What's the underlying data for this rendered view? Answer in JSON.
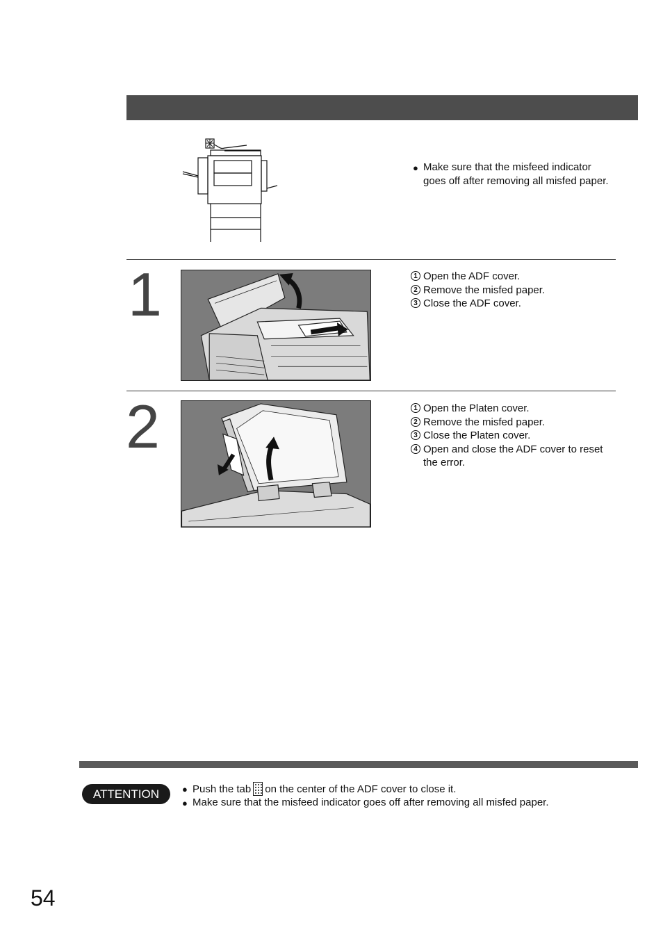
{
  "intro": {
    "note": "Make sure that the misfeed indicator goes off after removing all misfed paper."
  },
  "steps": [
    {
      "number": "1",
      "items": [
        {
          "marker": "1",
          "text": "Open the ADF cover."
        },
        {
          "marker": "2",
          "text": "Remove the misfed paper."
        },
        {
          "marker": "3",
          "text": "Close the ADF cover."
        }
      ]
    },
    {
      "number": "2",
      "items": [
        {
          "marker": "1",
          "text": "Open the Platen cover."
        },
        {
          "marker": "2",
          "text": "Remove the misfed paper."
        },
        {
          "marker": "3",
          "text": "Close the Platen cover."
        },
        {
          "marker": "4",
          "text": "Open and close the ADF cover to reset the error."
        }
      ]
    }
  ],
  "attention": {
    "label": "ATTENTION",
    "item1_before": "Push the tab",
    "item1_after": "on the center of the ADF cover to close it.",
    "item2": "Make sure that the misfeed indicator goes off after removing all misfed paper."
  },
  "page_number": "54",
  "icons": {
    "bullet": "filled-circle-bullet",
    "tab": "dotted-tab-icon",
    "indicator": "misfeed-indicator-icon"
  }
}
